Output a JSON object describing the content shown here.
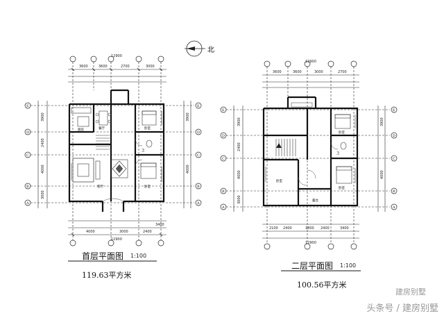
{
  "plans": [
    {
      "title": "首层平面图",
      "scale": "1:100",
      "area": "119.63平方米",
      "top_dims": [
        "3600",
        "3600",
        "2700",
        "3000"
      ],
      "total_dim": "12900",
      "bottom_dims": [
        "4000",
        "3000",
        "2400",
        "3400"
      ],
      "side_dims": [
        "3900",
        "2400",
        "4000",
        "3000"
      ],
      "room_labels": [
        "厨房",
        "餐厅",
        "卧室",
        "客厅",
        "卧室",
        "卫"
      ]
    },
    {
      "title": "二层平面图",
      "scale": "1:100",
      "area": "100.56平方米",
      "top_dims": [
        "3600",
        "3600",
        "3000",
        "2700"
      ],
      "total_dim": "12900",
      "bottom_dims": [
        "2100",
        "2400",
        "1800",
        "2400",
        "3400"
      ],
      "side_dims": [
        "3900",
        "2400",
        "4000",
        "3000"
      ],
      "room_labels": [
        "卧室",
        "卫",
        "卧室",
        "露台",
        "卧室"
      ]
    }
  ],
  "north_label": "北",
  "axis_letters": [
    "E",
    "D",
    "C",
    "B",
    "A"
  ],
  "watermark": {
    "line1": "建房别墅",
    "line2": "头条号 / 建房别墅"
  }
}
